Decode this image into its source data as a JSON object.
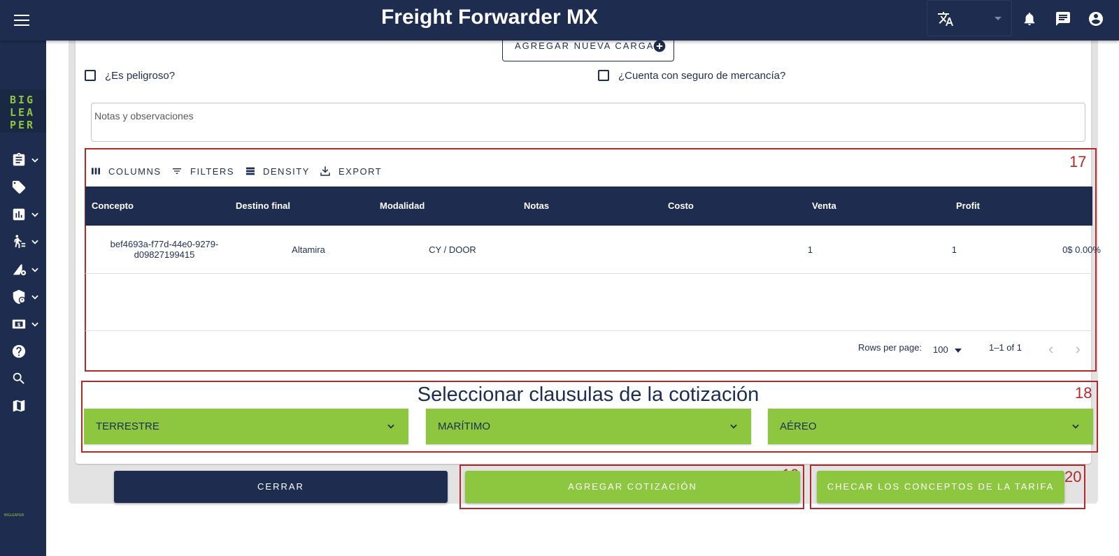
{
  "app": {
    "title": "Freight Forwarder MX"
  },
  "header": {
    "menu_icon": "menu-icon",
    "language_icon": "translate-icon",
    "notification_icon": "bell-icon",
    "chat_icon": "chat-icon",
    "account_icon": "account-circle-icon"
  },
  "sidebar": {
    "logo_lines": [
      "BIG",
      "LEA",
      "PER"
    ],
    "tiny_logo": "BIGLEAPER",
    "items": [
      {
        "icon": "clipboard-icon",
        "has_chevron": true
      },
      {
        "icon": "tag-icon",
        "has_chevron": false
      },
      {
        "icon": "bar-chart-icon",
        "has_chevron": true
      },
      {
        "icon": "walking-list-icon",
        "has_chevron": true
      },
      {
        "icon": "ship-gear-icon",
        "has_chevron": true
      },
      {
        "icon": "shield-icon",
        "has_chevron": true
      },
      {
        "icon": "money-icon",
        "has_chevron": true
      },
      {
        "icon": "help-icon",
        "has_chevron": false
      },
      {
        "icon": "search-icon",
        "has_chevron": false
      },
      {
        "icon": "map-icon",
        "has_chevron": false
      }
    ]
  },
  "form": {
    "add_cargo_label": "AGREGAR NUEVA CARGA",
    "dangerous_label": "¿Es peligroso?",
    "insurance_label": "¿Cuenta con seguro de mercancía?",
    "notes_placeholder": "Notas y observaciones"
  },
  "grid": {
    "toolbar": {
      "columns": "COLUMNS",
      "filters": "FILTERS",
      "density": "DENSITY",
      "export": "EXPORT"
    },
    "columns": [
      "Concepto",
      "Destino final",
      "Modalidad",
      "Notas",
      "Costo",
      "Venta",
      "Profit"
    ],
    "rows": [
      {
        "concepto_line1": "bef4693a-f77d-44e0-9279-",
        "concepto_line2": "d09827199415",
        "destino": "Altamira",
        "modalidad": "CY / DOOR",
        "notas": "",
        "costo": "1",
        "venta": "1",
        "profit": "0$ 0.00%"
      }
    ],
    "footer": {
      "rows_per_page_label": "Rows per page:",
      "rows_per_page_value": "100",
      "range": "1–1 of 1"
    }
  },
  "clauses": {
    "title": "Seleccionar clausulas de la cotización",
    "options": [
      "TERRESTRE",
      "MARÍTIMO",
      "AÉREO"
    ]
  },
  "actions": {
    "close": "CERRAR",
    "add_quote": "AGREGAR COTIZACIÓN",
    "check_concepts": "CHECAR LOS CONCEPTOS DE LA TARIFA"
  },
  "annotations": [
    "17",
    "18",
    "19",
    "20"
  ],
  "colors": {
    "navy": "#1e2d4f",
    "green": "#8dc63f",
    "annotation_red": "#b02a2a"
  }
}
